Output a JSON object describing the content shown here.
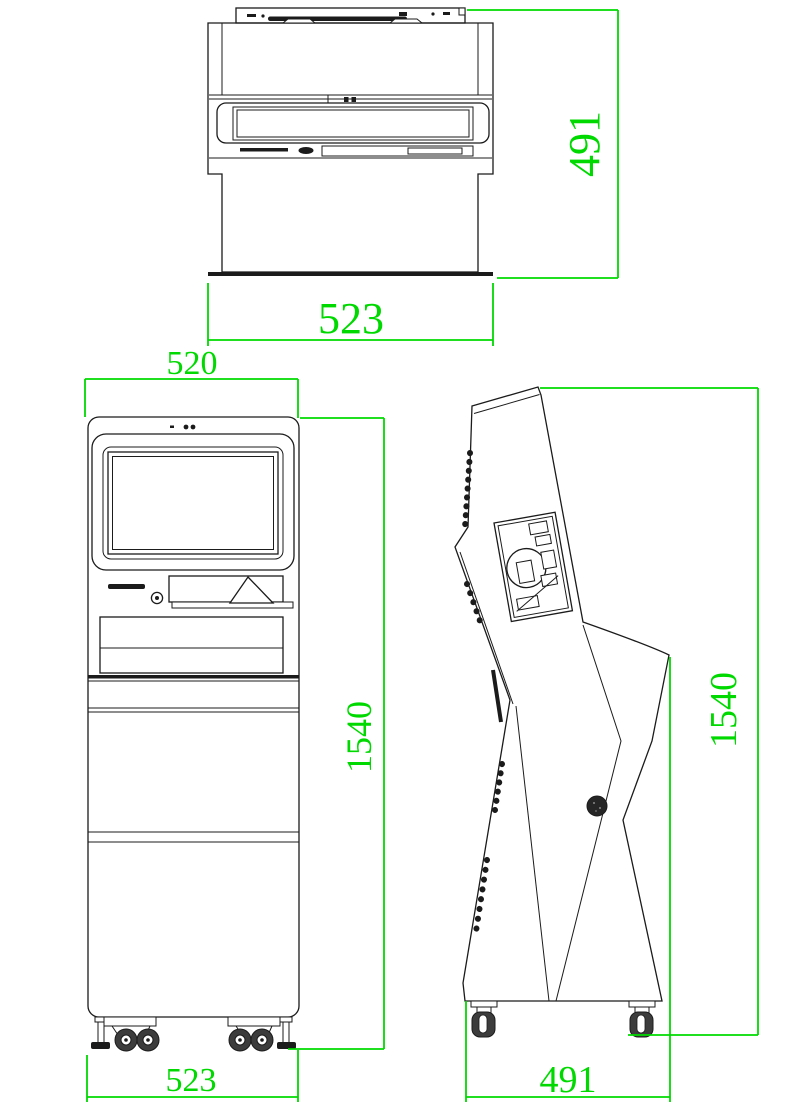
{
  "meta": {
    "drawing_type": "kiosk 3-view engineering drawing",
    "background_color": "#ffffff",
    "line_color": "#1b1b1b",
    "dimension_color": "#00d900"
  },
  "views": {
    "top": {
      "height_label": "491",
      "width_label": "523"
    },
    "front": {
      "width_label": "520",
      "height_label": "1540",
      "base_width_label": "523"
    },
    "side": {
      "height_label": "1540",
      "depth_label": "491"
    }
  }
}
